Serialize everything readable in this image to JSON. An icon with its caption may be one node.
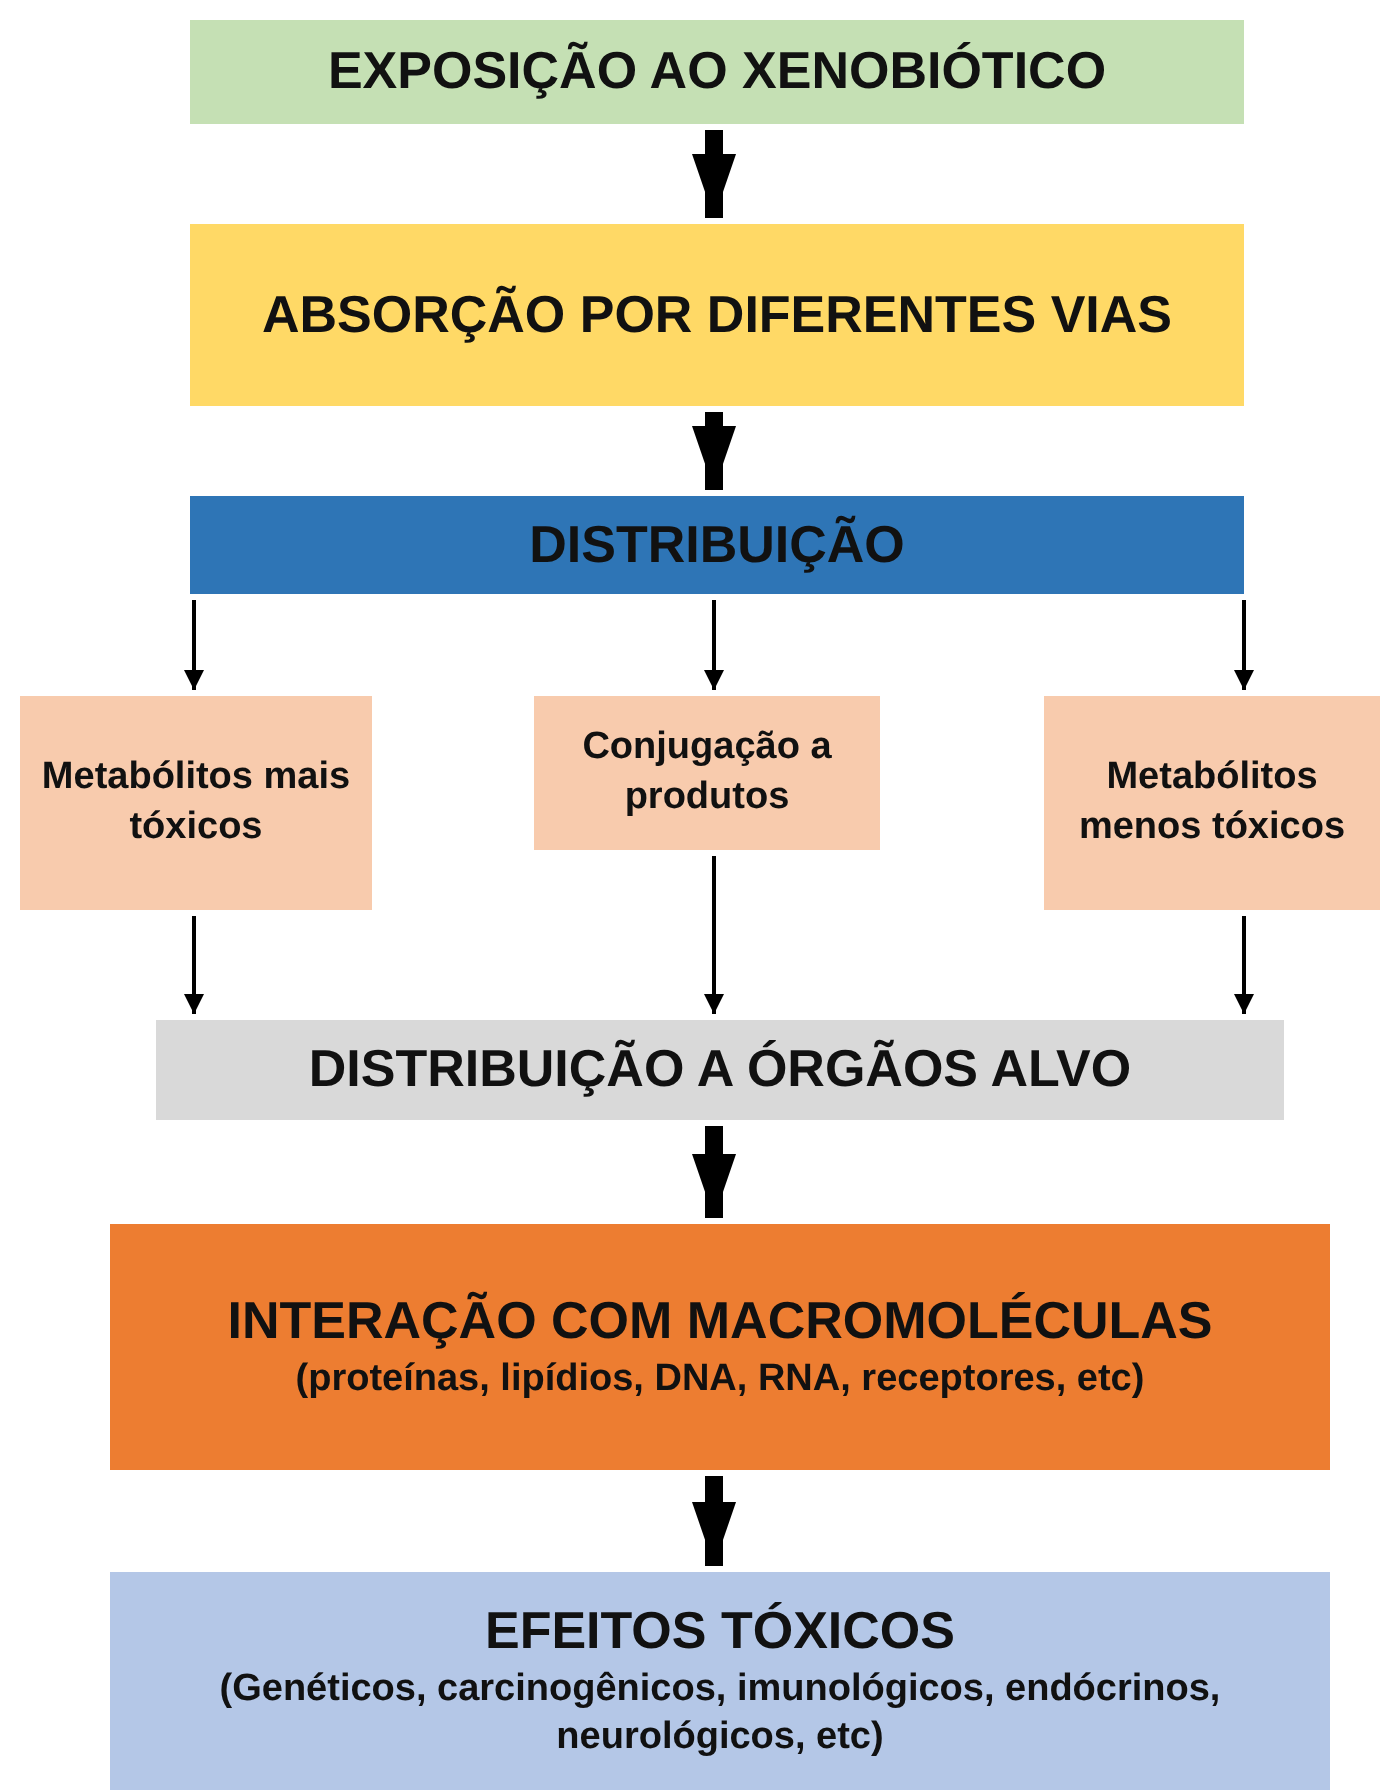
{
  "diagram": {
    "nodes": [
      {
        "text": [
          "EXPOSIÇÃO AO XENOBIÓTICO"
        ]
      },
      {
        "text": [
          "ABSORÇÃO POR DIFERENTES VIAS"
        ]
      },
      {
        "text": [
          "DISTRIBUIÇÃO"
        ]
      },
      {
        "text": [
          "Metabólitos mais tóxicos"
        ]
      },
      {
        "text": [
          "Conjugação a produtos"
        ]
      },
      {
        "text": [
          "Metabólitos menos tóxicos"
        ]
      },
      {
        "text": [
          "DISTRIBUIÇÃO A ÓRGÃOS ALVO"
        ]
      },
      {
        "text": [
          "INTERAÇÃO COM MACROMOLÉCULAS",
          "(proteínas, lipídios, DNA, RNA, receptores, etc)"
        ]
      },
      {
        "text": [
          "EFEITOS TÓXICOS",
          "(Genéticos, carcinogênicos, imunológicos, endócrinos, neurológicos, etc)"
        ]
      }
    ],
    "edges": [
      {
        "from": 0,
        "to": 1,
        "arrow": "to",
        "style": "thick"
      },
      {
        "from": 1,
        "to": 2,
        "arrow": "to",
        "style": "thick"
      },
      {
        "from": 2,
        "to": 3,
        "arrow": "to"
      },
      {
        "from": 2,
        "to": 4,
        "arrow": "to"
      },
      {
        "from": 2,
        "to": 5,
        "arrow": "to"
      },
      {
        "from": 3,
        "to": 6,
        "arrow": "to"
      },
      {
        "from": 4,
        "to": 6,
        "arrow": "to"
      },
      {
        "from": 5,
        "to": 6,
        "arrow": "to"
      },
      {
        "from": 6,
        "to": 7,
        "arrow": "to",
        "style": "thick"
      },
      {
        "from": 7,
        "to": 8,
        "arrow": "to",
        "style": "thick"
      }
    ]
  }
}
